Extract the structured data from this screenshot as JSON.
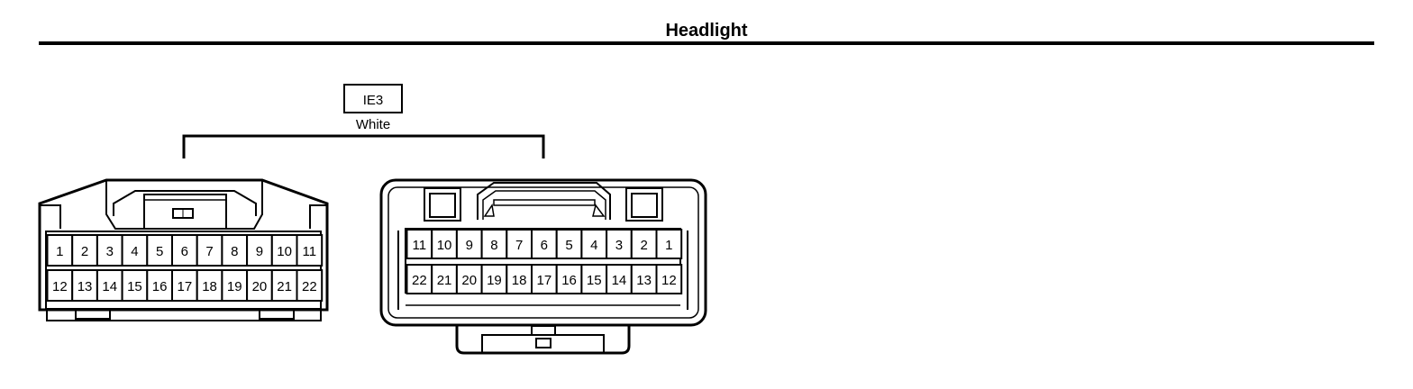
{
  "title": "Headlight",
  "connector": {
    "id": "IE3",
    "color": "White"
  },
  "left_connector": {
    "top_row_pins": [
      "1",
      "2",
      "3",
      "4",
      "5",
      "6",
      "7",
      "8",
      "9",
      "10",
      "11"
    ],
    "bottom_row_pins": [
      "12",
      "13",
      "14",
      "15",
      "16",
      "17",
      "18",
      "19",
      "20",
      "21",
      "22"
    ]
  },
  "right_connector": {
    "top_row_pins": [
      "11",
      "10",
      "9",
      "8",
      "7",
      "6",
      "5",
      "4",
      "3",
      "2",
      "1"
    ],
    "bottom_row_pins": [
      "22",
      "21",
      "20",
      "19",
      "18",
      "17",
      "16",
      "15",
      "14",
      "13",
      "12"
    ]
  }
}
